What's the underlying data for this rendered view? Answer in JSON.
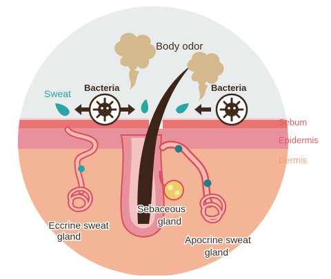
{
  "labels": {
    "body_odor": "Body odor",
    "sweat": "Sweat",
    "bacteria_left": "Bacteria",
    "bacteria_right": "Bacteria",
    "sebum": "Sebum",
    "epidermis": "Epidermis",
    "dermis": "Dermis",
    "sebaceous_line1": "Sebaceous",
    "sebaceous_line2": "gland",
    "eccrine_line1": "Eccrine sweat",
    "eccrine_line2": "gland",
    "apocrine_line1": "Apocrine sweat",
    "apocrine_line2": "gland"
  },
  "colors": {
    "sky": "#e9ecec",
    "sebum": "#ea7474",
    "epidermis": "#e8909c",
    "dermis": "#f3b497",
    "hair": "#3e2418",
    "odor": "#d4b98e",
    "sweat": "#2aa4a4",
    "gland_outline": "#d7505a",
    "gland_fill": "#f4a4a4",
    "teal_dot": "#2a7c84",
    "sebaceous": "#f0cb6d",
    "text_dark": "#3f2a1d",
    "text_teal": "#2aa4a4",
    "label_pink": "#e05c6a",
    "label_peach": "#f0a27f"
  },
  "icons": [
    "bacteria-icon",
    "odor-cloud-icon",
    "sweat-drop-icon",
    "arrow-icon"
  ]
}
